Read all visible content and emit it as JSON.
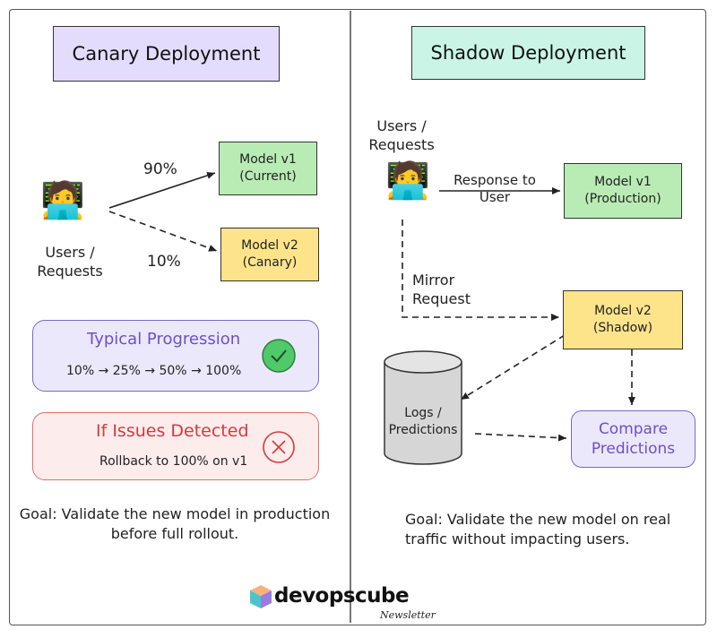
{
  "canary": {
    "title": "Canary Deployment",
    "users_label_1": "Users /",
    "users_label_2": "Requests",
    "pct_v1": "90%",
    "pct_v2": "10%",
    "model_v1_line1": "Model v1",
    "model_v1_line2": "(Current)",
    "model_v2_line1": "Model v2",
    "model_v2_line2": "(Canary)",
    "progression_title": "Typical Progression",
    "progression_steps": "10% → 25% → 50% → 100%",
    "issues_title": "If Issues Detected",
    "issues_text": "Rollback to 100% on v1",
    "goal_line1": "Goal: Validate the new model in production",
    "goal_line2": "before full rollout."
  },
  "shadow": {
    "title": "Shadow Deployment",
    "users_label_1": "Users /",
    "users_label_2": "Requests",
    "response_line1": "Response to",
    "response_line2": "User",
    "mirror_line1": "Mirror",
    "mirror_line2": "Request",
    "model_v1_line1": "Model v1",
    "model_v1_line2": "(Production)",
    "model_v2_line1": "Model v2",
    "model_v2_line2": "(Shadow)",
    "logs_line1": "Logs /",
    "logs_line2": "Predictions",
    "compare_line1": "Compare",
    "compare_line2": "Predictions",
    "goal_line1": "Goal: Validate the new model on real",
    "goal_line2": "traffic without impacting users."
  },
  "brand": {
    "name": "devopscube",
    "sub": "Newsletter"
  },
  "colors": {
    "canary_title_bg": "#e4dcfd",
    "shadow_title_bg": "#c9f4e6",
    "model_green": "#b9ecb4",
    "model_yellow": "#fde48a",
    "progression_bg": "#ece8fc",
    "progression_text": "#6a52c4",
    "issues_bg": "#fdecec",
    "issues_text": "#d33b3b",
    "check_green": "#4fc96a",
    "compare_bg": "#ece8fc"
  },
  "icons": {
    "user": "person-with-laptop-icon",
    "check": "check-circle-icon",
    "error": "x-circle-icon",
    "storage": "database-cylinder-icon",
    "logo": "cube-logo-icon"
  }
}
